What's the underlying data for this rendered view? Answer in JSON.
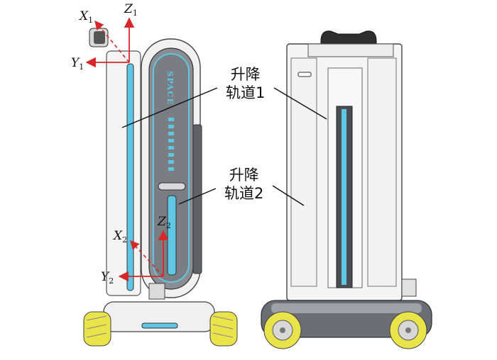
{
  "axes_top": {
    "x": "X",
    "x_sub": "1",
    "y": "Y",
    "y_sub": "1",
    "z": "Z",
    "z_sub": "1"
  },
  "axes_bottom": {
    "x": "X",
    "x_sub": "2",
    "y": "Y",
    "y_sub": "2",
    "z": "Z",
    "z_sub": "2"
  },
  "rail1_label": {
    "line1": "升降",
    "line2": "轨道1"
  },
  "rail2_label": {
    "line1": "升降",
    "line2": "轨道2"
  },
  "brand_text": "SPACE",
  "colors": {
    "axis": "#d62828",
    "rail": "#5fc6e6",
    "body_gray": "#8a8d91",
    "wheel_yellow": "#e8e44a"
  }
}
